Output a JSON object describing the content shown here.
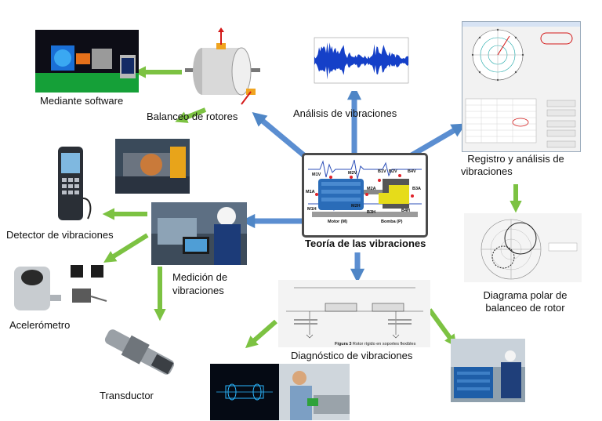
{
  "center": {
    "title": "Teoría de las vibraciones",
    "labels": {
      "m1v": "M1V",
      "m2v": "M2V",
      "b1v": "B1V",
      "b2v": "B2V",
      "b4v": "B4V",
      "m1a": "M1A",
      "m2a": "M2A",
      "b3a": "B3A",
      "m1h": "M1H",
      "m2h": "M2H",
      "b3h": "B3H",
      "b4h": "B4H",
      "motor": "Motor (M)",
      "bomba": "Bomba (P)"
    }
  },
  "nodes": {
    "software": "Mediante software",
    "balanceo": "Balanceo de rotores",
    "analisis": "Análisis  de vibraciones",
    "registro_1": "Registro y análisis  de",
    "registro_2": "vibraciones",
    "detector": "Detector de vibraciones",
    "medicion_1": "Medición de",
    "medicion_2": "vibraciones",
    "acelerometro": "Acelerómetro",
    "transductor": "Transductor",
    "diagnostico": "Diagnóstico de vibraciones",
    "polar_1": "Diagrama polar de",
    "polar_2": "balanceo de rotor"
  },
  "figures": {
    "diag_caption_bold": "Figura 3",
    "diag_caption_rest": "  Rotor rígido en soportes flexibles"
  },
  "colors": {
    "blue_arrow": "#5b8ed1",
    "green_arrow": "#7cc242"
  }
}
